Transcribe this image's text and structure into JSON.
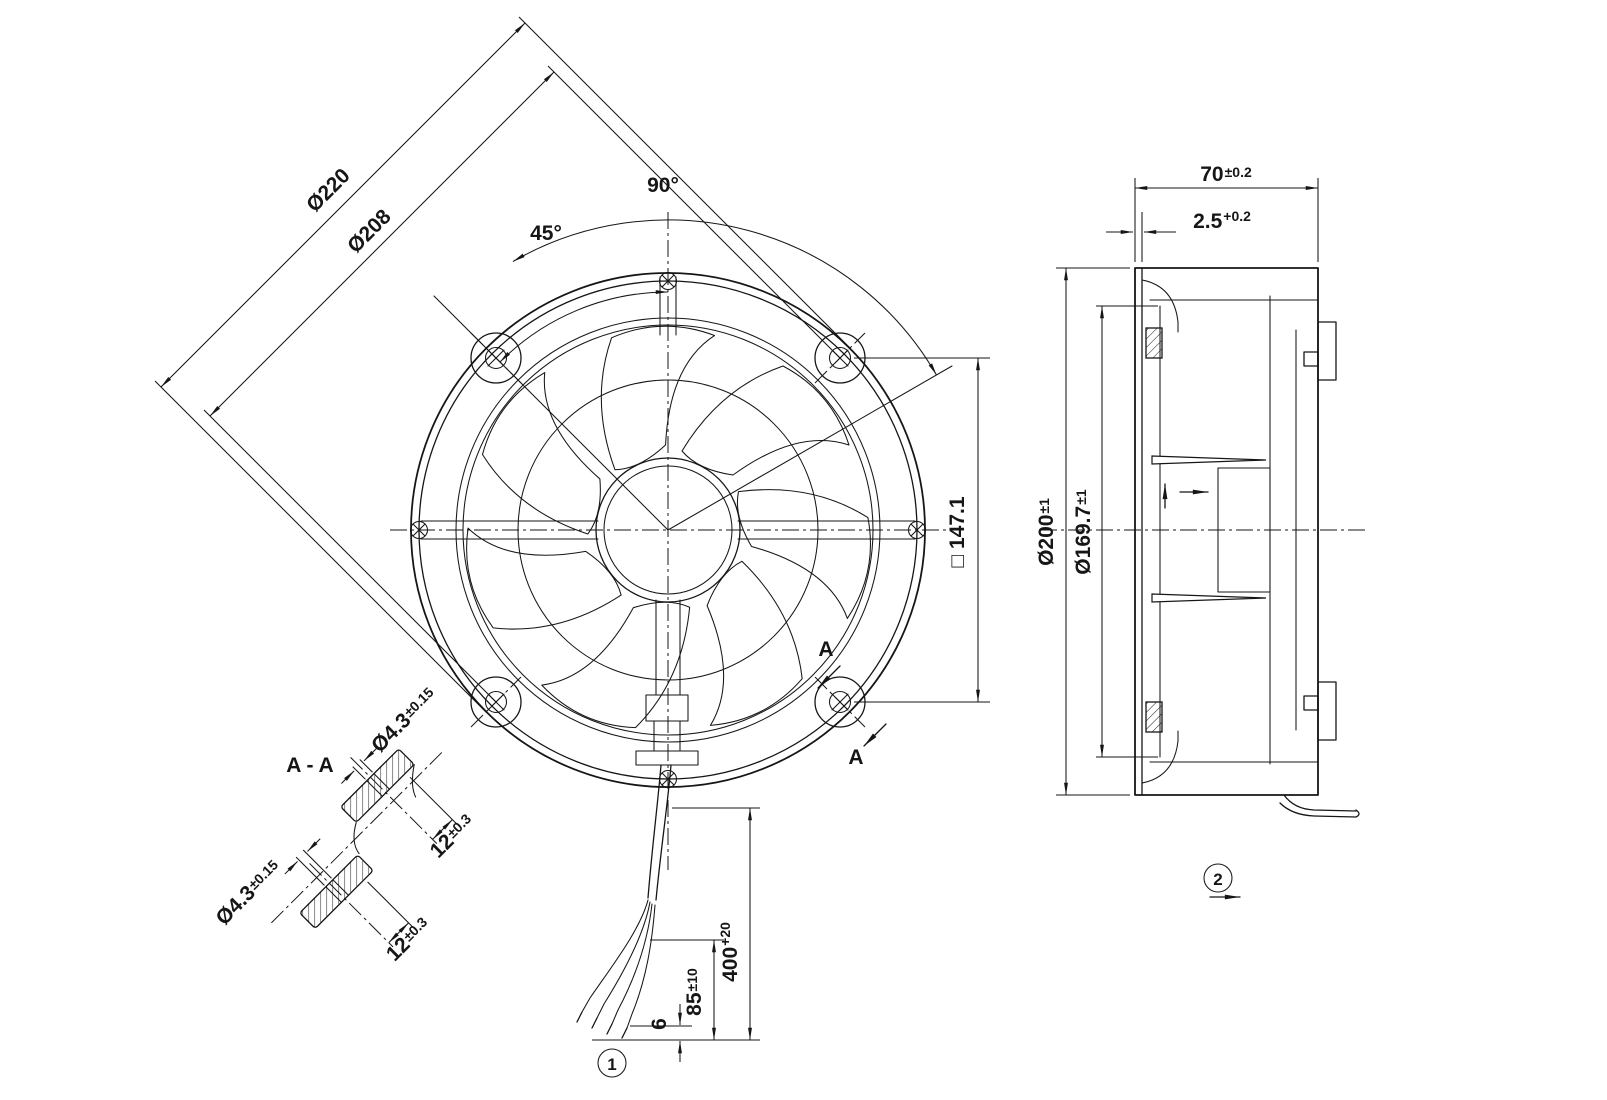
{
  "drawing_type": "axial-fan-dimension-drawing",
  "front_view": {
    "dim_outer_diameter": {
      "value": "Ø220"
    },
    "dim_flange_diameter": {
      "value": "Ø208"
    },
    "angle_full": "90°",
    "angle_half": "45°",
    "hole_pitch": {
      "value": "□ 147.1"
    },
    "section_letter": "A"
  },
  "section_aa": {
    "title": "A - A",
    "hole_top": {
      "value": "Ø4.3",
      "tol": "±0.15"
    },
    "hole_side": {
      "value": "Ø4.3",
      "tol": "±0.15"
    },
    "edge_a": {
      "value": "12",
      "tol": "±0.3"
    },
    "edge_b": {
      "value": "12",
      "tol": "±0.3"
    }
  },
  "cable": {
    "length": {
      "value": "400",
      "tol": "+20"
    },
    "strip_length": {
      "value": "85",
      "tol": "±10"
    },
    "end_length": {
      "value": "6"
    },
    "callout": "1"
  },
  "side_view": {
    "depth": {
      "value": "70",
      "tol": "±0.2"
    },
    "flange_thickness": {
      "value": "2.5",
      "tol": "+0.2"
    },
    "housing_diameter": {
      "value": "Ø200",
      "tol": "±1"
    },
    "impeller_diameter": {
      "value": "Ø169.7",
      "tol": "±1"
    },
    "callout": "2"
  }
}
